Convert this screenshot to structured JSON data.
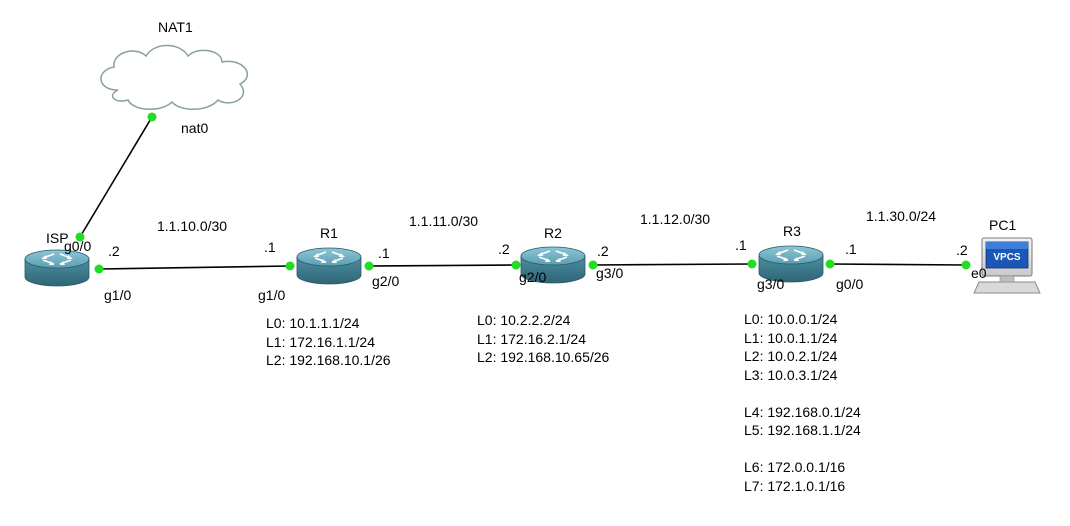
{
  "nodes": {
    "nat1": {
      "name": "NAT1",
      "interface": "nat0"
    },
    "isp": {
      "name": "ISP",
      "if_g0_0": "g0/0",
      "if_g1_0": "g1/0",
      "host_g1_0": ".2"
    },
    "r1": {
      "name": "R1",
      "if_g1_0": "g1/0",
      "if_g2_0": "g2/0",
      "host_g1_0": ".1",
      "host_g2_0": ".1",
      "loopbacks": [
        "L0: 10.1.1.1/24",
        "L1: 172.16.1.1/24",
        "L2: 192.168.10.1/26"
      ]
    },
    "r2": {
      "name": "R2",
      "if_g2_0": "g2/0",
      "if_g3_0": "g3/0",
      "host_g2_0": ".2",
      "host_g3_0": ".2",
      "loopbacks": [
        "L0: 10.2.2.2/24",
        "L1: 172.16.2.1/24",
        "L2: 192.168.10.65/26"
      ]
    },
    "r3": {
      "name": "R3",
      "if_g3_0": "g3/0",
      "if_g0_0": "g0/0",
      "host_g3_0": ".1",
      "host_g0_0": ".1",
      "loopbacks_a": [
        "L0: 10.0.0.1/24",
        "L1: 10.0.1.1/24",
        "L2: 10.0.2.1/24",
        "L3: 10.0.3.1/24"
      ],
      "loopbacks_b": [
        "L4: 192.168.0.1/24",
        "L5: 192.168.1.1/24"
      ],
      "loopbacks_c": [
        "L6: 172.0.0.1/16",
        "L7: 172.1.0.1/16"
      ]
    },
    "pc1": {
      "name": "PC1",
      "interface": "e0",
      "host": ".2",
      "screen_text": "VPCS"
    }
  },
  "subnets": {
    "isp_r1": "1.1.10.0/30",
    "r1_r2": "1.1.11.0/30",
    "r2_r3": "1.1.12.0/30",
    "r3_pc1": "1.1.30.0/24"
  },
  "colors": {
    "link": "#000000",
    "port_up": "#22dd22",
    "router_body": "#4a8a9c",
    "router_top": "#6ab2c4",
    "cloud_stroke": "#8a9ea6"
  }
}
